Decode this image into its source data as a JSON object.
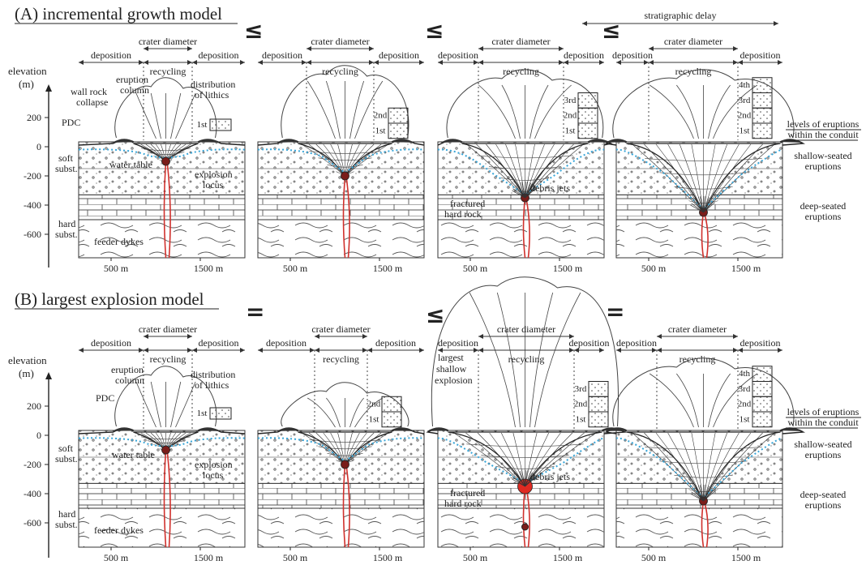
{
  "section_a": {
    "title": "(A) incremental growth model",
    "operators": [
      "≤",
      "≤",
      "≤"
    ],
    "stratigraphic_delay": "stratigraphic delay"
  },
  "section_b": {
    "title": "(B) largest explosion model",
    "operators": [
      "=",
      "≤",
      "="
    ],
    "largest_shallow_explosion": [
      "largest",
      "shallow",
      "explosion"
    ]
  },
  "labels": {
    "crater_diameter": "crater diameter",
    "recycling": "recycling",
    "deposition": "deposition",
    "elevation": "elevation",
    "unit": "(m)",
    "eruption_column": [
      "eruption",
      "column"
    ],
    "wall_rock_collapse": [
      "wall rock",
      "collapse"
    ],
    "pdc": "PDC",
    "distribution_of_lithics": [
      "distribution",
      "of lithics"
    ],
    "water_table": "water table",
    "explosion_locus": [
      "explosion",
      "locus"
    ],
    "soft_subst": [
      "soft",
      "subst."
    ],
    "hard_subst": [
      "hard",
      "subst."
    ],
    "feeder_dykes": "feeder dykes",
    "fractured_hard_rock": [
      "fractured",
      "hard rock"
    ],
    "debris_jets": "debris jets",
    "levels_of_eruptions": [
      "levels of eruptions",
      "within the conduit"
    ],
    "shallow_seated": [
      "shallow-seated",
      "eruptions"
    ],
    "deep_seated": [
      "deep-seated",
      "eruptions"
    ],
    "x_ticks": [
      "500 m",
      "1500 m"
    ],
    "y_ticks": [
      "200",
      "0",
      "-200",
      "-400",
      "-600"
    ],
    "order_labels": [
      "1st",
      "2nd",
      "3rd",
      "4th"
    ]
  },
  "colors": {
    "water_table": "#39a6d8",
    "dykes": "#d0312d"
  }
}
